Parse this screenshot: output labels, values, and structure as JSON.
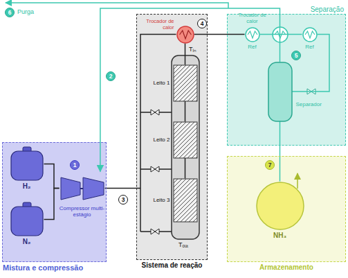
{
  "diagram": {
    "nodes": [
      {
        "text": [
          "Mistura e compressão"
        ]
      },
      {
        "text": [
          "H₂"
        ],
        "in": 0
      },
      {
        "text": [
          "N₂"
        ],
        "in": 0
      },
      {
        "text": [
          "Compressor multi-estágio"
        ],
        "in": 0
      },
      {
        "text": [
          "Sistema de reação"
        ]
      },
      {
        "text": [
          "Trocador de calor"
        ],
        "in": 4
      },
      {
        "text": [
          "Leito 1"
        ],
        "in": 4
      },
      {
        "text": [
          "Leito 2"
        ],
        "in": 4
      },
      {
        "text": [
          "Leito 3"
        ],
        "in": 4
      },
      {
        "text": [
          "Separação"
        ]
      },
      {
        "text": [
          "Trocador de calor",
          "Ref"
        ],
        "in": 9
      },
      {
        "text": [
          "Ref"
        ],
        "in": 9
      },
      {
        "text": [
          "Separador"
        ],
        "in": 9
      },
      {
        "text": [
          "Armazenamento"
        ]
      },
      {
        "text": [
          "NH₃"
        ],
        "in": 13
      }
    ],
    "edges": [
      {
        "from": 1,
        "to": 3,
        "arrow": "none"
      },
      {
        "from": 2,
        "to": 3,
        "arrow": "none"
      },
      {
        "from": 3,
        "to": 5,
        "arrow": "none"
      },
      {
        "from": 5,
        "to": 6,
        "arrow": "none"
      },
      {
        "from": 6,
        "to": 7,
        "arrow": "none"
      },
      {
        "from": 7,
        "to": 8,
        "arrow": "none"
      },
      {
        "from": 5,
        "to": 10,
        "arrow": "none"
      },
      {
        "from": 10,
        "to": 11,
        "arrow": "none"
      },
      {
        "from": 11,
        "to": 12,
        "arrow": "none"
      },
      {
        "from": 12,
        "to": 3,
        "arrow": "to"
      },
      {
        "from": 12,
        "to": 14,
        "arrow": "none"
      }
    ],
    "labels": [
      "1",
      "2",
      "3",
      "4",
      "5",
      "6",
      "7",
      "Purga",
      "Tᵢₙ",
      "Tₒᵤₜ"
    ]
  }
}
